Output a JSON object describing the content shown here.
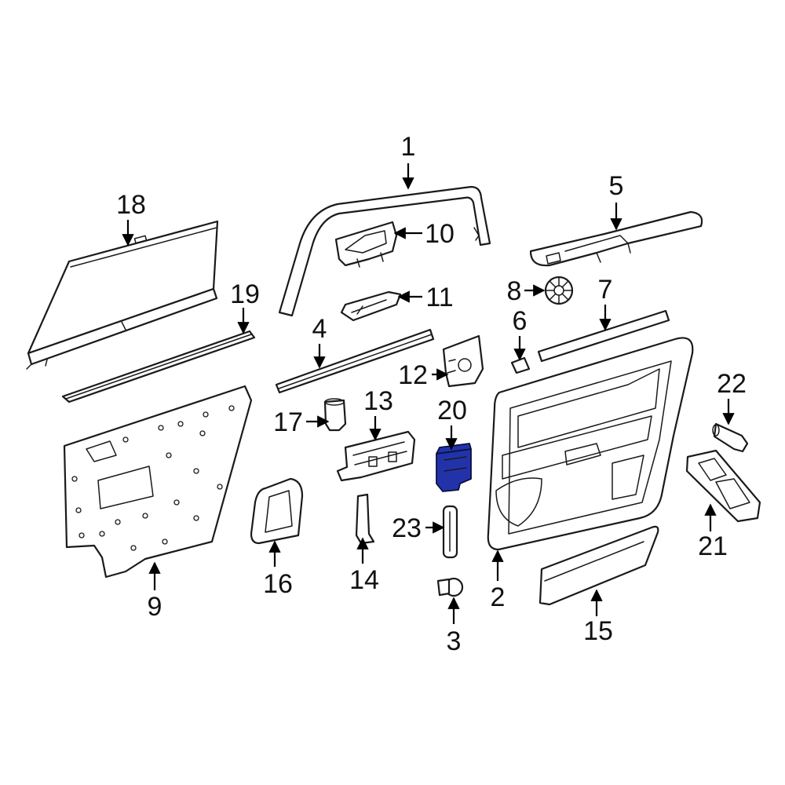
{
  "diagram": {
    "highlight_color": "#2233aa",
    "line_color": "#1a1a1a",
    "highlighted_part": "20",
    "callouts": [
      {
        "label": "1"
      },
      {
        "label": "2"
      },
      {
        "label": "3"
      },
      {
        "label": "4"
      },
      {
        "label": "5"
      },
      {
        "label": "6"
      },
      {
        "label": "7"
      },
      {
        "label": "8"
      },
      {
        "label": "9"
      },
      {
        "label": "10"
      },
      {
        "label": "11"
      },
      {
        "label": "12"
      },
      {
        "label": "13"
      },
      {
        "label": "14"
      },
      {
        "label": "15"
      },
      {
        "label": "16"
      },
      {
        "label": "17"
      },
      {
        "label": "18"
      },
      {
        "label": "19"
      },
      {
        "label": "20"
      },
      {
        "label": "21"
      },
      {
        "label": "22"
      },
      {
        "label": "23"
      }
    ]
  }
}
